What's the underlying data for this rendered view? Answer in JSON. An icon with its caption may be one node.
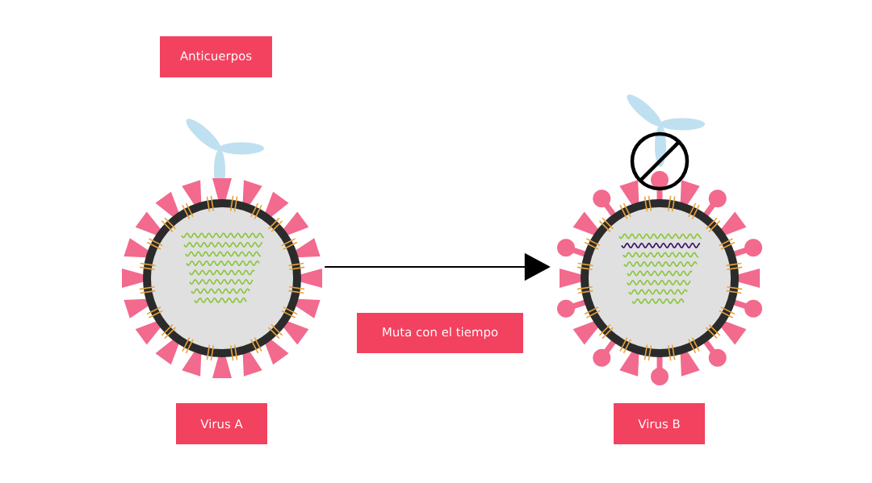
{
  "diagram": {
    "nodes": [
      {
        "text": [
          "Anticuerpos"
        ]
      },
      {
        "text": [],
        "shape": "picture"
      },
      {
        "text": [
          "Virus A"
        ]
      },
      {
        "text": [
          "Muta con el tiempo"
        ]
      },
      {
        "text": [],
        "shape": "picture"
      },
      {
        "text": [
          "Virus B"
        ]
      }
    ],
    "edges": [
      {
        "from": 1,
        "to": 4,
        "arrow": "to"
      }
    ]
  }
}
